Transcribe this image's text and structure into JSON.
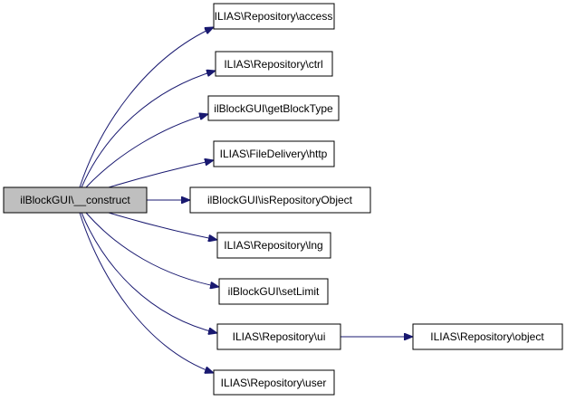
{
  "graph": {
    "colors": {
      "edge": "#191970",
      "node_fill": "#ffffff",
      "root_fill": "#bfbfbf",
      "node_stroke": "#000000",
      "background": "#ffffff"
    },
    "root": {
      "label": "ilBlockGUI\\__construct"
    },
    "callees": [
      {
        "label": "ILIAS\\Repository\\access"
      },
      {
        "label": "ILIAS\\Repository\\ctrl"
      },
      {
        "label": "ilBlockGUI\\getBlockType"
      },
      {
        "label": "ILIAS\\FileDelivery\\http"
      },
      {
        "label": "ilBlockGUI\\isRepositoryObject"
      },
      {
        "label": "ILIAS\\Repository\\lng"
      },
      {
        "label": "ilBlockGUI\\setLimit"
      },
      {
        "label": "ILIAS\\Repository\\ui"
      },
      {
        "label": "ILIAS\\Repository\\user"
      }
    ],
    "secondary": [
      {
        "label": "ILIAS\\Repository\\object"
      }
    ]
  }
}
